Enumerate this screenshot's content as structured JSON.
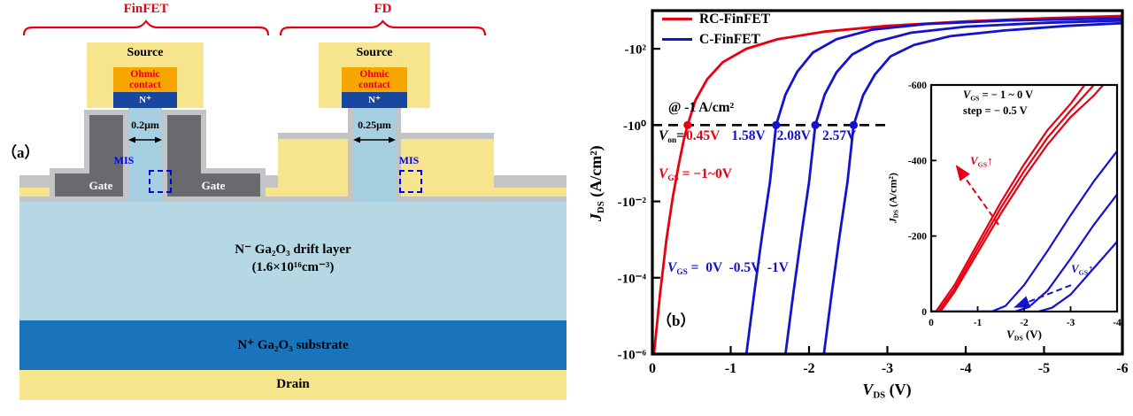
{
  "palette": {
    "red": "#e60012",
    "blue": "#1212cf",
    "pale_yellow": "#f7e58d",
    "orange": "#f7a600",
    "nplus_navy": "#17479e",
    "fin_blue": "#a6cfe2",
    "drift_blue": "#b5d8e4",
    "substrate_blue": "#1a74bc",
    "gate_dark_gray": "#696a6d",
    "oxide_light_gray": "#c3c4c6",
    "mis_blue": "#0000ee",
    "black": "#000000"
  },
  "panel_a": {
    "label": "（a）",
    "brace_finfet": "FinFET",
    "brace_fd": "FD",
    "finfet": {
      "source": "Source",
      "ohmic_l1": "Ohmic",
      "ohmic_l2": "contact",
      "nplus": "N⁺",
      "width": "0.2μm",
      "gate_left": "Gate",
      "gate_right": "Gate",
      "mis": "MIS"
    },
    "fd": {
      "source": "Source",
      "ohmic_l1": "Ohmic",
      "ohmic_l2": "contact",
      "nplus": "N⁺",
      "width": "0.25μm",
      "mis": "MIS"
    },
    "drift_l1": "N⁻ Ga₂O₃ drift layer",
    "drift_l2": "(1.6×10¹⁶cm⁻³)",
    "substrate": "N⁺ Ga₂O₃ substrate",
    "drain": "Drain"
  },
  "panel_b": {
    "label": "（b）",
    "legend": [
      {
        "label": "RC-FinFET",
        "color": "#e60012"
      },
      {
        "label": "C-FinFET",
        "color": "#1212cf"
      }
    ],
    "ref_label": "@ -1 A/cm²",
    "von": {
      "sym": "V",
      "sub": "on",
      "eq": "=",
      "red": "0.45V",
      "blue": [
        "1.58V",
        "2.08V",
        "2.57V"
      ]
    },
    "vgs_red": {
      "sym": "V",
      "sub": "GS",
      "rest": " = −1~0V"
    },
    "vgs_blue": {
      "sym": "V",
      "sub": "GS",
      "rest": " =  0V  -0.5V  -1V"
    },
    "xlabel": {
      "sym": "V",
      "sub": "DS",
      "rest": " (V)"
    },
    "ylabel": {
      "sym": "J",
      "sub": "DS",
      "rest": " (A/cm²)"
    },
    "inset": {
      "note_l1": {
        "sym": "V",
        "sub": "GS",
        "rest": " = − 1 ~ 0 V"
      },
      "note_l2": "step = − 0.5 V",
      "xlabel": {
        "sym": "V",
        "sub": "DS",
        "rest": " (V)"
      },
      "ylabel": {
        "sym": "J",
        "sub": "DS",
        "rest": " (A/cm²)"
      },
      "vgs_arrow_red": {
        "sym": "V",
        "sub": "GS",
        "arrow": "↑"
      },
      "vgs_arrow_blue": {
        "sym": "V",
        "sub": "GS",
        "arrow": "↑"
      }
    }
  },
  "chart_data": [
    {
      "id": "main",
      "type": "line",
      "title": "",
      "xlabel": "V_DS (V)",
      "ylabel": "J_DS (A/cm2)",
      "x_axis": {
        "min": 0,
        "max": -6,
        "ticks": [
          0,
          -1,
          -2,
          -3,
          -4,
          -5,
          -6
        ],
        "tick_labels": [
          "0",
          "-1",
          "-2",
          "-3",
          "-4",
          "-5",
          "-6"
        ]
      },
      "y_axis": {
        "scale": "log",
        "top_exp": 3,
        "bottom_exp": -6,
        "tick_exps": [
          2,
          0,
          -2,
          -4,
          -6
        ],
        "tick_labels": [
          "-10²",
          "-10⁰",
          "-10⁻²",
          "-10⁻⁴",
          "-10⁻⁶"
        ]
      },
      "reference_line": {
        "at_exp": 0,
        "label": "@ -1 A/cm2",
        "x_start": 0,
        "x_end": -3.05
      },
      "von_values_V": [
        0.45,
        1.58,
        2.08,
        2.57
      ],
      "series": [
        {
          "name": "RC-FinFET",
          "color": "#e60012",
          "points": [
            [
              -0.02,
              -6
            ],
            [
              -0.1,
              -4.4
            ],
            [
              -0.18,
              -3.0
            ],
            [
              -0.26,
              -1.9
            ],
            [
              -0.34,
              -1.0
            ],
            [
              -0.4,
              -0.4
            ],
            [
              -0.45,
              0
            ],
            [
              -0.55,
              0.65
            ],
            [
              -0.7,
              1.2
            ],
            [
              -0.9,
              1.65
            ],
            [
              -1.2,
              2.0
            ],
            [
              -1.6,
              2.25
            ],
            [
              -2.2,
              2.45
            ],
            [
              -3.0,
              2.6
            ],
            [
              -4.0,
              2.72
            ],
            [
              -5.0,
              2.8
            ],
            [
              -6.0,
              2.86
            ]
          ]
        },
        {
          "name": "C-FinFET VGS=0V",
          "color": "#1212cf",
          "points": [
            [
              -1.2,
              -6
            ],
            [
              -1.3,
              -4.4
            ],
            [
              -1.4,
              -2.9
            ],
            [
              -1.5,
              -1.5
            ],
            [
              -1.58,
              0
            ],
            [
              -1.7,
              0.8
            ],
            [
              -1.85,
              1.4
            ],
            [
              -2.05,
              1.9
            ],
            [
              -2.35,
              2.25
            ],
            [
              -2.8,
              2.5
            ],
            [
              -3.5,
              2.65
            ],
            [
              -4.5,
              2.74
            ],
            [
              -6.0,
              2.8
            ]
          ]
        },
        {
          "name": "C-FinFET VGS=-0.5V",
          "color": "#1212cf",
          "points": [
            [
              -1.7,
              -6
            ],
            [
              -1.8,
              -4.4
            ],
            [
              -1.9,
              -2.9
            ],
            [
              -2.0,
              -1.5
            ],
            [
              -2.08,
              0
            ],
            [
              -2.2,
              0.8
            ],
            [
              -2.35,
              1.38
            ],
            [
              -2.55,
              1.85
            ],
            [
              -2.85,
              2.18
            ],
            [
              -3.3,
              2.42
            ],
            [
              -4.0,
              2.58
            ],
            [
              -5.0,
              2.68
            ],
            [
              -6.0,
              2.74
            ]
          ]
        },
        {
          "name": "C-FinFET VGS=-1V",
          "color": "#1212cf",
          "points": [
            [
              -2.19,
              -6
            ],
            [
              -2.29,
              -4.4
            ],
            [
              -2.39,
              -2.9
            ],
            [
              -2.49,
              -1.5
            ],
            [
              -2.57,
              0
            ],
            [
              -2.69,
              0.78
            ],
            [
              -2.84,
              1.32
            ],
            [
              -3.04,
              1.8
            ],
            [
              -3.34,
              2.1
            ],
            [
              -3.8,
              2.33
            ],
            [
              -4.5,
              2.48
            ],
            [
              -5.3,
              2.6
            ],
            [
              -6.0,
              2.67
            ]
          ]
        }
      ],
      "markers": [
        {
          "x": -0.45,
          "exp": 0,
          "color": "#e60012"
        },
        {
          "x": -1.58,
          "exp": 0,
          "color": "#1212cf"
        },
        {
          "x": -2.08,
          "exp": 0,
          "color": "#1212cf"
        },
        {
          "x": -2.57,
          "exp": 0,
          "color": "#1212cf"
        }
      ]
    },
    {
      "id": "inset",
      "type": "line",
      "title": "",
      "xlabel": "V_DS (V)",
      "ylabel": "J_DS (A/cm2)",
      "x_axis": {
        "min": 0,
        "max": -4,
        "ticks": [
          0,
          -1,
          -2,
          -3,
          -4
        ],
        "tick_labels": [
          "0",
          "-1",
          "-2",
          "-3",
          "-4"
        ]
      },
      "y_axis": {
        "min": 0,
        "max": -600,
        "ticks": [
          0,
          -200,
          -400,
          -600
        ],
        "tick_labels": [
          "0",
          "-200",
          "-400",
          "-600"
        ]
      },
      "notes": [
        "V_GS = − 1 ~ 0 V",
        "step = − 0.5 V"
      ],
      "series": [
        {
          "name": "RC-FinFET VGS=0V",
          "color": "#e60012",
          "points": [
            [
              0,
              0
            ],
            [
              -0.1,
              0
            ],
            [
              -0.5,
              -70
            ],
            [
              -1,
              -180
            ],
            [
              -1.5,
              -290
            ],
            [
              -2,
              -390
            ],
            [
              -2.5,
              -480
            ],
            [
              -3,
              -550
            ],
            [
              -3.3,
              -600
            ]
          ]
        },
        {
          "name": "RC-FinFET VGS=-0.5V",
          "color": "#e60012",
          "points": [
            [
              0,
              0
            ],
            [
              -0.15,
              0
            ],
            [
              -0.5,
              -60
            ],
            [
              -1,
              -168
            ],
            [
              -1.5,
              -275
            ],
            [
              -2,
              -372
            ],
            [
              -2.5,
              -460
            ],
            [
              -3,
              -532
            ],
            [
              -3.5,
              -600
            ]
          ]
        },
        {
          "name": "RC-FinFET VGS=-1V",
          "color": "#e60012",
          "points": [
            [
              0,
              0
            ],
            [
              -0.2,
              0
            ],
            [
              -0.5,
              -52
            ],
            [
              -1,
              -156
            ],
            [
              -1.5,
              -260
            ],
            [
              -2,
              -355
            ],
            [
              -2.5,
              -442
            ],
            [
              -3,
              -515
            ],
            [
              -3.5,
              -572
            ],
            [
              -3.7,
              -600
            ]
          ]
        },
        {
          "name": "C-FinFET VGS=0V",
          "color": "#1212cf",
          "points": [
            [
              0,
              0
            ],
            [
              -1.3,
              0
            ],
            [
              -1.6,
              -15
            ],
            [
              -2,
              -70
            ],
            [
              -2.5,
              -160
            ],
            [
              -3,
              -255
            ],
            [
              -3.5,
              -345
            ],
            [
              -4,
              -425
            ]
          ]
        },
        {
          "name": "C-FinFET VGS=-0.5V",
          "color": "#1212cf",
          "points": [
            [
              0,
              0
            ],
            [
              -1.8,
              0
            ],
            [
              -2.1,
              -12
            ],
            [
              -2.5,
              -55
            ],
            [
              -3,
              -140
            ],
            [
              -3.5,
              -230
            ],
            [
              -4,
              -310
            ]
          ]
        },
        {
          "name": "C-FinFET VGS=-1V",
          "color": "#1212cf",
          "points": [
            [
              0,
              0
            ],
            [
              -2.3,
              0
            ],
            [
              -2.6,
              -10
            ],
            [
              -3,
              -45
            ],
            [
              -3.5,
              -115
            ],
            [
              -4,
              -185
            ]
          ]
        }
      ],
      "arrows": [
        {
          "color": "#e60012",
          "from_xy": [
            -1.45,
            -230
          ],
          "to_xy": [
            -0.55,
            -385
          ],
          "dashed": true
        },
        {
          "color": "#1212cf",
          "from_xy": [
            -3.01,
            -70
          ],
          "to_xy": [
            -1.81,
            -12
          ],
          "dashed": true
        }
      ]
    }
  ]
}
